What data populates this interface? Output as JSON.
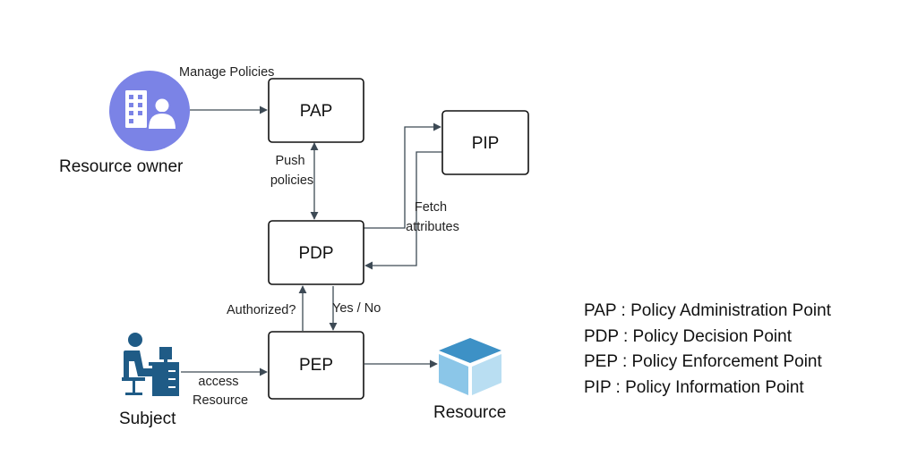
{
  "nodes": {
    "pap": "PAP",
    "pip": "PIP",
    "pdp": "PDP",
    "pep": "PEP"
  },
  "actors": {
    "resource_owner": "Resource owner",
    "subject": "Subject",
    "resource": "Resource"
  },
  "edges": {
    "manage_policies": "Manage Policies",
    "push_policies": [
      "Push",
      "policies"
    ],
    "fetch_attributes": [
      "Fetch",
      "attributes"
    ],
    "authorized": "Authorized?",
    "yes_no": "Yes / No",
    "access_resource": [
      "access",
      "Resource"
    ]
  },
  "legend": [
    "PAP : Policy Administration Point",
    "PDP : Policy Decision Point",
    "PEP : Policy Enforcement Point",
    "PIP : Policy Information Point"
  ],
  "colors": {
    "box_stroke": "#111111",
    "arrow": "#3d4a55",
    "owner_circle": "#7b83e6",
    "subject_blue": "#1f5b86",
    "cube_top": "#3d91c6",
    "cube_left": "#8bc6e8",
    "cube_right": "#b9def2"
  },
  "icons": {
    "resource_owner": "building-person-icon",
    "subject": "person-at-computer-icon",
    "resource": "cube-icon"
  }
}
